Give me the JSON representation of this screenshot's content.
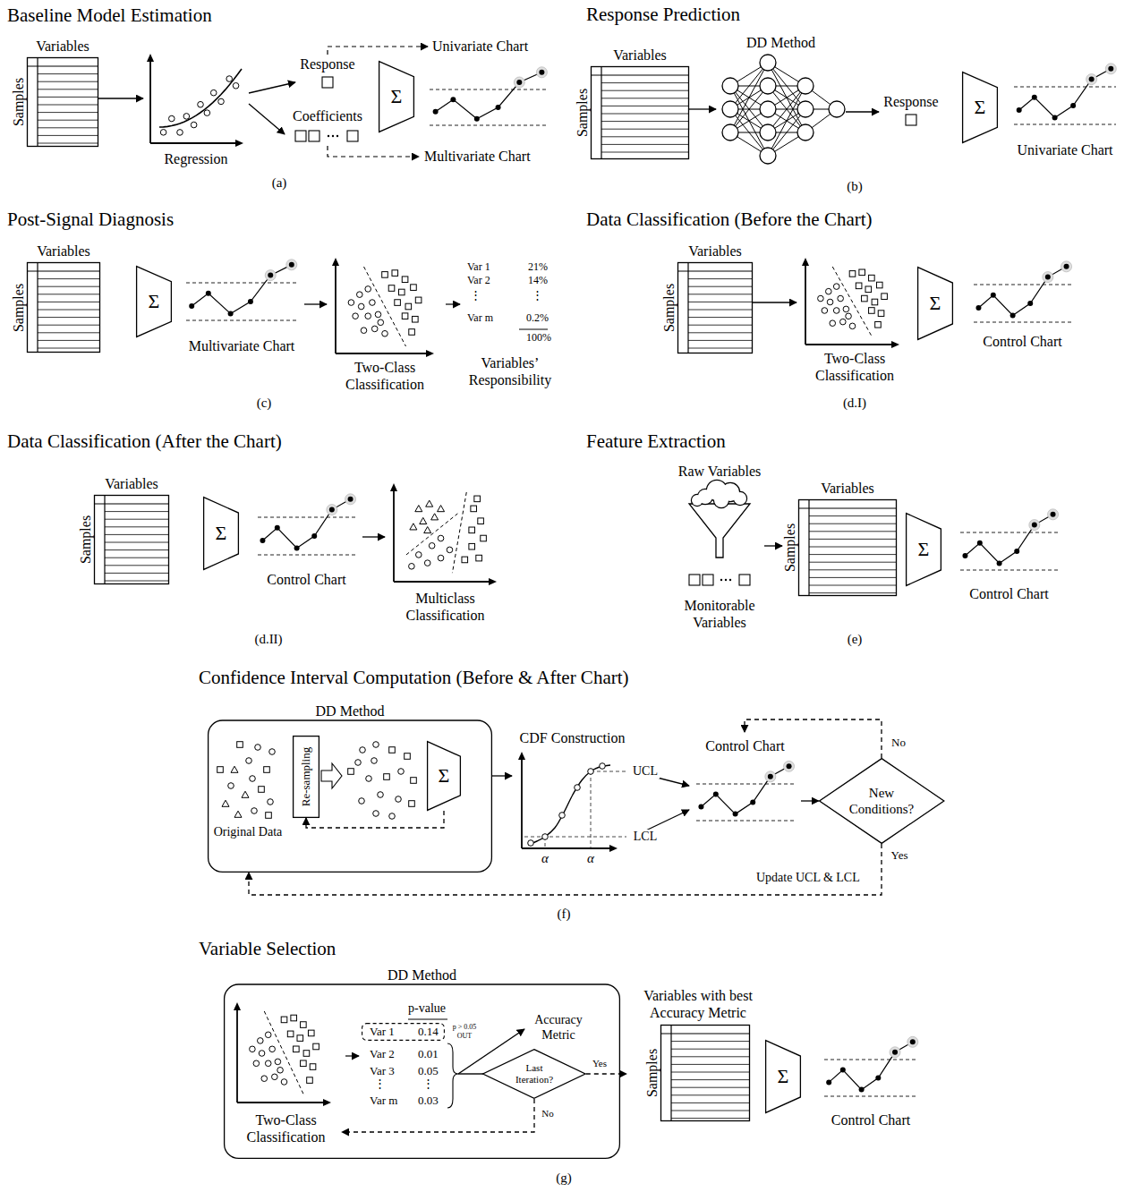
{
  "diagram": {
    "nodes": [
      {
        "text": [
          "Variables",
          "Samples"
        ]
      },
      {
        "text": [
          "Regression"
        ]
      },
      {
        "text": [
          "Response"
        ]
      },
      {
        "text": [
          "Coefficients"
        ]
      },
      {
        "text": [
          "Σ"
        ]
      },
      {
        "text": [
          "Variables",
          "Samples"
        ]
      },
      {
        "text": [
          "DD Method"
        ]
      },
      {
        "text": [
          "Response"
        ]
      },
      {
        "text": [
          "Σ"
        ]
      },
      {
        "text": [
          "Univariate Chart"
        ]
      },
      {
        "text": [
          "Variables",
          "Samples"
        ]
      },
      {
        "text": [
          "Σ"
        ]
      },
      {
        "text": [
          "Multivariate Chart"
        ]
      },
      {
        "text": [
          "Two-Class Classification"
        ]
      },
      {
        "text": [
          "Variables",
          "Samples"
        ]
      },
      {
        "text": [
          "Two-Class Classification"
        ]
      },
      {
        "text": [
          "Σ"
        ]
      },
      {
        "text": [
          "Control Chart"
        ]
      },
      {
        "text": [
          "Variables",
          "Samples"
        ]
      },
      {
        "text": [
          "Σ"
        ]
      },
      {
        "text": [
          "Control Chart"
        ]
      },
      {
        "text": [
          "Multiclass Classification"
        ]
      },
      {
        "text": [
          "Raw Variables",
          "Monitorable Variables"
        ]
      },
      {
        "text": [
          "Variables",
          "Samples"
        ]
      },
      {
        "text": [
          "Σ"
        ]
      },
      {
        "text": [
          "Control Chart"
        ]
      },
      {
        "text": [
          "DD Method"
        ]
      },
      {
        "text": [
          "Original Data"
        ],
        "in": 26
      },
      {
        "text": [
          "Re-sampling"
        ],
        "in": 26
      },
      {
        "text": [
          "Σ"
        ],
        "in": 26
      },
      {
        "text": [
          "CDF Construction"
        ]
      },
      {
        "text": [
          "Control Chart"
        ]
      },
      {
        "text": [
          "New Conditions?"
        ]
      },
      {
        "text": [
          "DD Method"
        ]
      },
      {
        "text": [
          "Two-Class Classification"
        ],
        "in": 33
      },
      {
        "text": [
          "Var 1",
          "0.14"
        ],
        "in": 33
      },
      {
        "text": [
          "Last Iteration?"
        ],
        "in": 33
      },
      {
        "text": [
          "Variables with best Accuracy Metric",
          "Samples"
        ]
      },
      {
        "text": [
          "Σ"
        ]
      },
      {
        "text": [
          "Control Chart"
        ]
      }
    ],
    "edges": [
      {
        "from": 0,
        "to": 1,
        "arrow": "to"
      },
      {
        "from": 1,
        "to": 2,
        "arrow": "to"
      },
      {
        "from": 1,
        "to": 3,
        "arrow": "to"
      },
      {
        "from": 5,
        "to": 6,
        "arrow": "to"
      },
      {
        "from": 6,
        "to": 7,
        "arrow": "to"
      },
      {
        "from": 12,
        "to": 13,
        "arrow": "to"
      },
      {
        "from": 14,
        "to": 15,
        "arrow": "to"
      },
      {
        "from": 20,
        "to": 21,
        "arrow": "to"
      },
      {
        "from": 22,
        "to": 23,
        "arrow": "to"
      },
      {
        "from": 29,
        "to": 28,
        "arrow": "to"
      },
      {
        "from": 26,
        "to": 30,
        "arrow": "to"
      },
      {
        "from": 30,
        "to": 31,
        "arrow": "to",
        "label": "UCL"
      },
      {
        "from": 30,
        "to": 31,
        "arrow": "to",
        "label": "LCL"
      },
      {
        "from": 31,
        "to": 32,
        "arrow": "to"
      },
      {
        "from": 32,
        "to": 31,
        "arrow": "to",
        "label": "No"
      },
      {
        "from": 32,
        "to": 26,
        "arrow": "to",
        "label": "Yes"
      },
      {
        "from": 36,
        "to": 37,
        "arrow": "to",
        "label": "Yes"
      },
      {
        "from": 36,
        "to": 34,
        "arrow": "to",
        "label": "No"
      }
    ],
    "labels": [
      "Baseline Model Estimation",
      "Univariate Chart",
      "Multivariate Chart",
      "(a)",
      "Response Prediction",
      "(b)",
      "Post-Signal Diagnosis",
      "Var 1",
      "21%",
      "Var 2",
      "14%",
      "⋮",
      "⋮",
      "Var m",
      "0.2%",
      "100%",
      "Variables’ Responsibility",
      "(c)",
      "Data Classification (Before the Chart)",
      "(d.I)",
      "Data Classification (After the Chart)",
      "(d.II)",
      "Feature Extraction",
      "(e)",
      "Confidence Interval Computation (Before & After Chart)",
      "α",
      "α",
      "Update UCL & LCL",
      "(f)",
      "Variable Selection",
      "p-value",
      "p > 0.05 OUT",
      "Var 2",
      "0.01",
      "Var 3",
      "0.05",
      "⋮",
      "⋮",
      "Var m",
      "0.03",
      "Accuracy Metric",
      "(g)"
    ]
  }
}
